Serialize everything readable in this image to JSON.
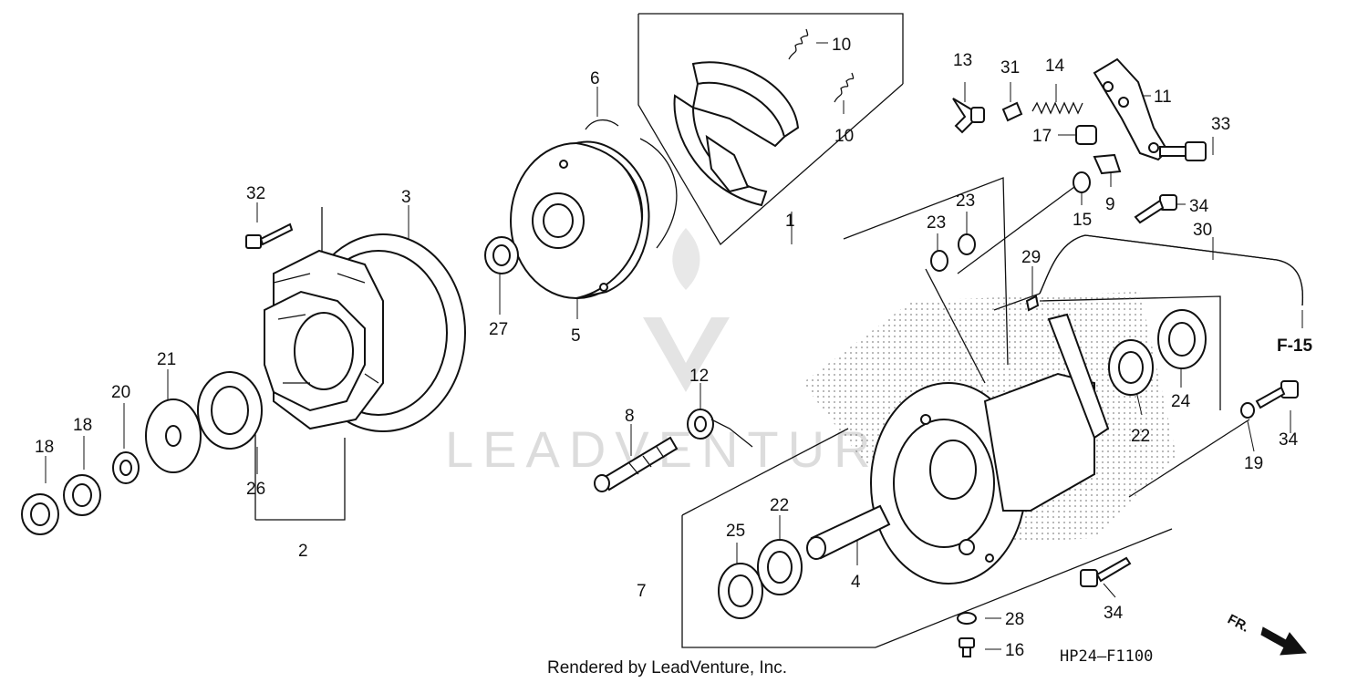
{
  "labels": {
    "p1": "1",
    "p2": "2",
    "p3": "3",
    "p4": "4",
    "p5": "5",
    "p6": "6",
    "p7": "7",
    "p8": "8",
    "p9": "9",
    "p10a": "10",
    "p10b": "10",
    "p11": "11",
    "p12": "12",
    "p13": "13",
    "p14": "14",
    "p15": "15",
    "p16": "16",
    "p17": "17",
    "p18a": "18",
    "p18b": "18",
    "p19": "19",
    "p20": "20",
    "p21": "21",
    "p22a": "22",
    "p22b": "22",
    "p23a": "23",
    "p23b": "23",
    "p24": "24",
    "p25": "25",
    "p26": "26",
    "p27": "27",
    "p28": "28",
    "p29": "29",
    "p30": "30",
    "p31": "31",
    "p32": "32",
    "p33": "33",
    "p34a": "34",
    "p34b": "34",
    "p34c": "34"
  },
  "reference": "F-15",
  "diagram_code": "HP24—F1100",
  "credit": "Rendered by LeadVenture, Inc.",
  "watermark": "LEADVENTURE",
  "direction_label": "FR.",
  "icons": [
    "leadventure-logo-watermark",
    "front-direction-arrow"
  ]
}
